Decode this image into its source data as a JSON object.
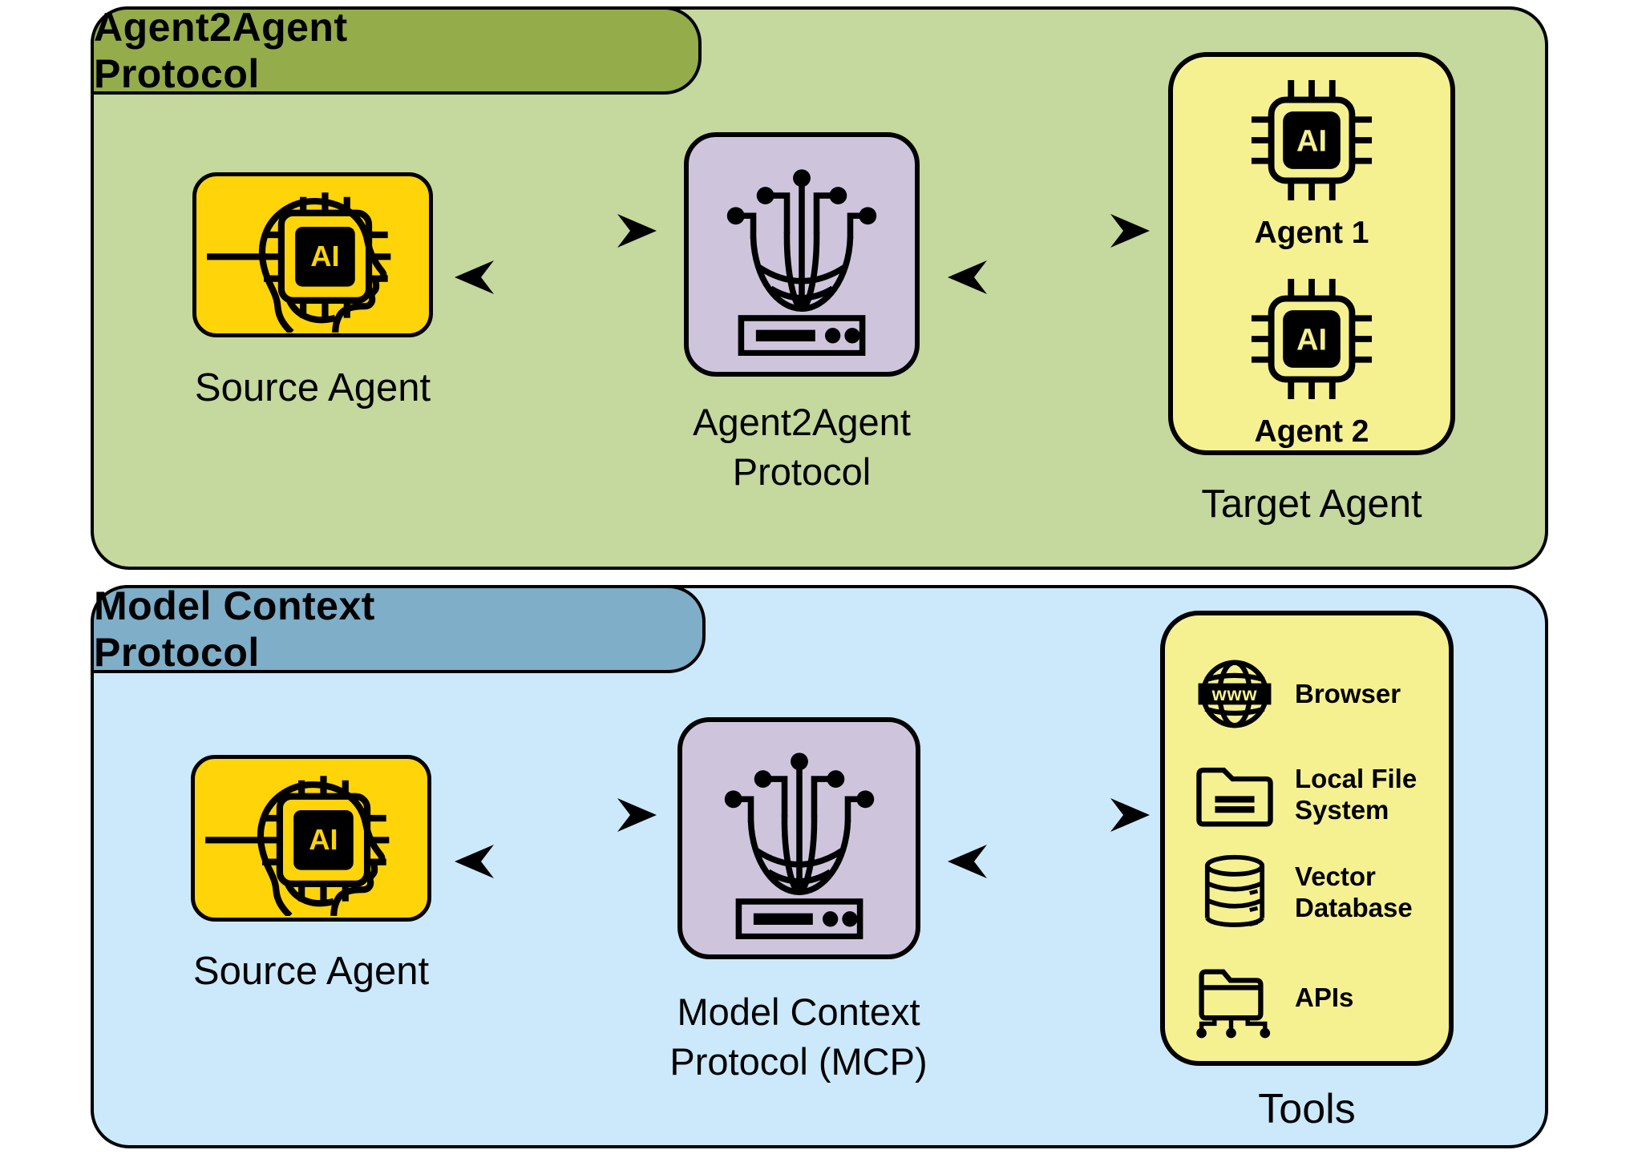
{
  "a2a_panel": {
    "tab_title": "Agent2Agent Protocol",
    "source_agent_label": "Source Agent",
    "protocol_label_line1": "Agent2Agent",
    "protocol_label_line2": "Protocol",
    "agents": [
      {
        "icon": "ai-chip-icon",
        "label": "Agent 1"
      },
      {
        "icon": "ai-chip-icon",
        "label": "Agent 2"
      }
    ],
    "target_agent_label": "Target Agent"
  },
  "mcp_panel": {
    "tab_title": "Model Context Protocol",
    "source_agent_label": "Source Agent",
    "protocol_label_line1": "Model Context",
    "protocol_label_line2": "Protocol (MCP)",
    "tools": [
      {
        "icon": "globe-www-icon",
        "label": "Browser"
      },
      {
        "icon": "folder-icon",
        "label": "Local File System"
      },
      {
        "icon": "database-icon",
        "label": "Vector Database"
      },
      {
        "icon": "api-network-icon",
        "label": "APIs"
      }
    ],
    "tools_label": "Tools"
  },
  "icon_text": {
    "ai_chip": "AI",
    "globe_banner": "www"
  },
  "colors": {
    "a2a_tab": "#94ac4a",
    "a2a_panel": "#c5d89d",
    "mcp_tab": "#7eaec8",
    "mcp_panel": "#cbe9fb",
    "agent_box": "#ffd408",
    "pale_yellow_box": "#f5f191",
    "protocol_box": "#cec5dd",
    "outline": "#000000"
  }
}
